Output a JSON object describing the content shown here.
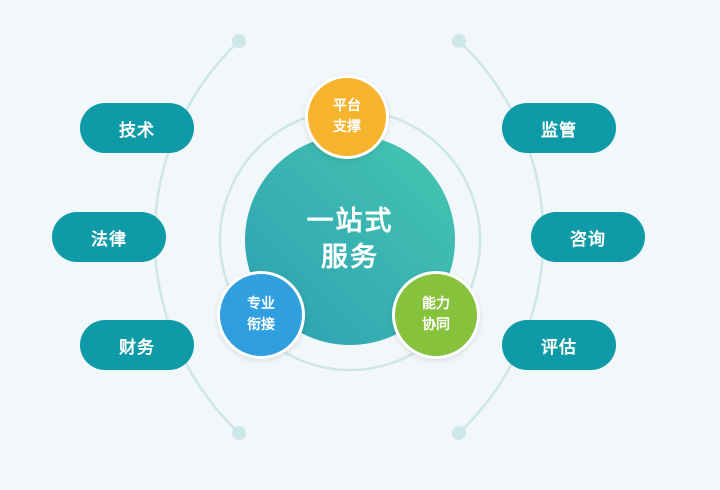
{
  "center": {
    "line1": "一站式",
    "line2": "服务",
    "gradient_start": "#2c9fb3",
    "gradient_end": "#46c7b0"
  },
  "badges": {
    "platform": {
      "line1": "平台",
      "line2": "支撑",
      "color": "#f5b32e"
    },
    "professional": {
      "line1": "专业",
      "line2": "衔接",
      "color": "#2f9fe0"
    },
    "capability": {
      "line1": "能力",
      "line2": "协同",
      "color": "#86c23b"
    }
  },
  "left_items": [
    "技术",
    "法律",
    "财务"
  ],
  "right_items": [
    "监管",
    "咨询",
    "评估"
  ],
  "colors": {
    "pill": "#0e9aa7",
    "ring": "#cde7e8",
    "background": "#f2f7fa"
  }
}
